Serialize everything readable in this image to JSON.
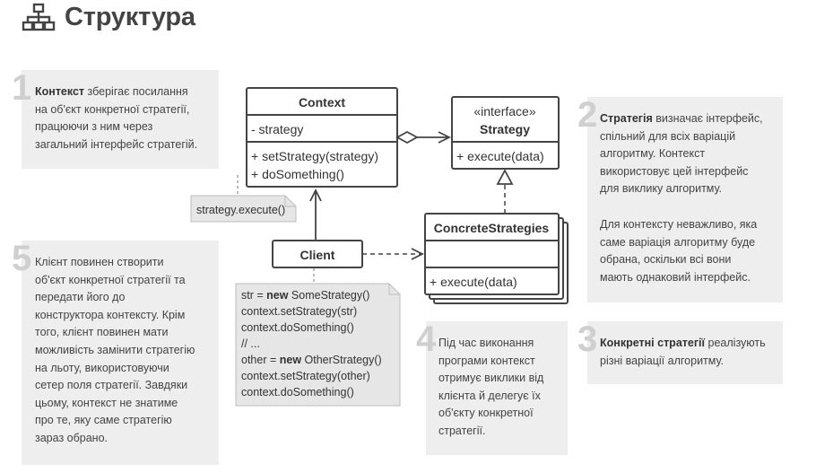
{
  "header": {
    "title": "Структура"
  },
  "diagram": {
    "context": {
      "name": "Context",
      "field": "- strategy",
      "methods": [
        "+ setStrategy(strategy)",
        "+ doSomething()"
      ]
    },
    "strategy": {
      "stereotype": "«interface»",
      "name": "Strategy",
      "method": "+ execute(data)"
    },
    "concrete": {
      "name": "ConcreteStrategies",
      "method": "+ execute(data)"
    },
    "client": {
      "name": "Client"
    },
    "context_note": "strategy.execute()",
    "client_code": [
      {
        "pre": "str = ",
        "kw": "new",
        "post": " SomeStrategy()"
      },
      {
        "pre": "context.setStrategy(str)",
        "kw": "",
        "post": ""
      },
      {
        "pre": "context.doSomething()",
        "kw": "",
        "post": ""
      },
      {
        "pre": "// ...",
        "kw": "",
        "post": ""
      },
      {
        "pre": "other = ",
        "kw": "new",
        "post": " OtherStrategy()"
      },
      {
        "pre": "context.setStrategy(other)",
        "kw": "",
        "post": ""
      },
      {
        "pre": "context.doSomething()",
        "kw": "",
        "post": ""
      }
    ]
  },
  "notes": {
    "n1": {
      "number": "1",
      "bold": "Контекст",
      "lines": [
        " зберігає посилання",
        "на об'єкт конкретної стратегії,",
        "працюючи з ним через",
        "загальний інтерфейс стратегій."
      ]
    },
    "n2": {
      "number": "2",
      "bold": "Стратегія",
      "lines": [
        " визначає інтерфейс,",
        "спільний для всіх варіацій",
        "алгоритму. Контекст",
        "використовує цей інтерфейс",
        "для виклику алгоритму.",
        "",
        "Для контексту неважливо, яка",
        "саме варіація алгоритму буде",
        "обрана, оскільки всі вони",
        "мають однаковий інтерфейс."
      ]
    },
    "n3": {
      "number": "3",
      "bold": "Конкретні стратегії",
      "lines": [
        " реалізують",
        "різні варіації алгоритму."
      ]
    },
    "n4": {
      "number": "4",
      "lines": [
        "Під час виконання",
        "програми контекст",
        "отримує виклики від",
        "клієнта й делегує їх",
        "об'єкту конкретної",
        "стратегії."
      ]
    },
    "n5": {
      "number": "5",
      "lines": [
        "Клієнт повинен створити",
        "об'єкт конкретної стратегії та",
        "передати його до",
        "конструктора контексту. Крім",
        "того, клієнт повинен мати",
        "можливість замінити стратегію",
        "на льоту, використовуючи",
        "сетер поля стратегії. Завдяки",
        "цьому, контекст не знатиме",
        "про те, яку саме стратегію",
        "зараз обрано."
      ]
    }
  },
  "colors": {
    "note_bg": "#eeeeee",
    "number": "#cfcfcf",
    "box_stroke": "#444444",
    "code_bg": "#e6e6e6"
  }
}
